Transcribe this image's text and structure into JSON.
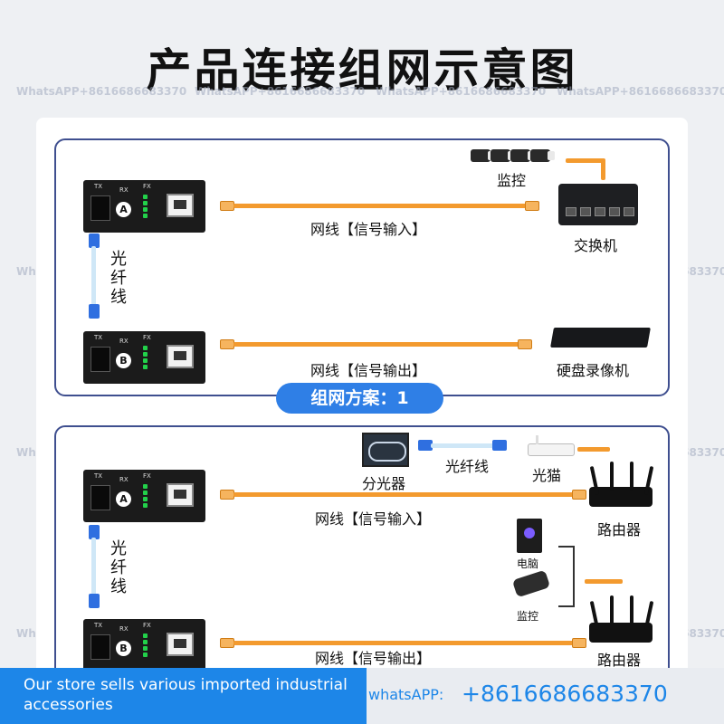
{
  "title": "产品连接组网示意图",
  "watermark": "WhatsAPP+8616686683370",
  "scheme1": {
    "badge": "组网方案：1",
    "fiber_label": "光纤线",
    "cable_in_label": "网线【信号输入】",
    "cable_out_label": "网线【信号输出】",
    "camera_label": "监控",
    "switch_label": "交换机",
    "nvr_label": "硬盘录像机",
    "unit_a": "A",
    "unit_b": "B"
  },
  "scheme2": {
    "fiber_label": "光纤线",
    "splitter_label": "分光器",
    "fiber_link_label": "光纤线",
    "modem_label": "光猫",
    "cable_in_label": "网线【信号输入】",
    "cable_out_label": "网线【信号输出】",
    "router_label": "路由器",
    "router2_label": "路由器",
    "pc_label": "电脑",
    "camera_label": "监控",
    "unit_a": "A",
    "unit_b": "B"
  },
  "converter": {
    "tx": "TX",
    "rx": "RX",
    "fx": "FX",
    "tx2": "TX"
  },
  "footer": {
    "store_text": "Our store sells various imported industrial accessories",
    "whatsapp_label": "whatsAPP:",
    "whatsapp_number": "+8616686683370"
  },
  "colors": {
    "accent": "#1d86e8",
    "cable": "#f39a2e",
    "frame": "#3f4f8f",
    "pill": "#2f7fe6"
  },
  "icons": [
    "camera-icon",
    "switch-icon",
    "nvr-icon",
    "fiber-splitter-icon",
    "optical-modem-icon",
    "router-icon",
    "pc-icon",
    "dome-camera-icon"
  ]
}
